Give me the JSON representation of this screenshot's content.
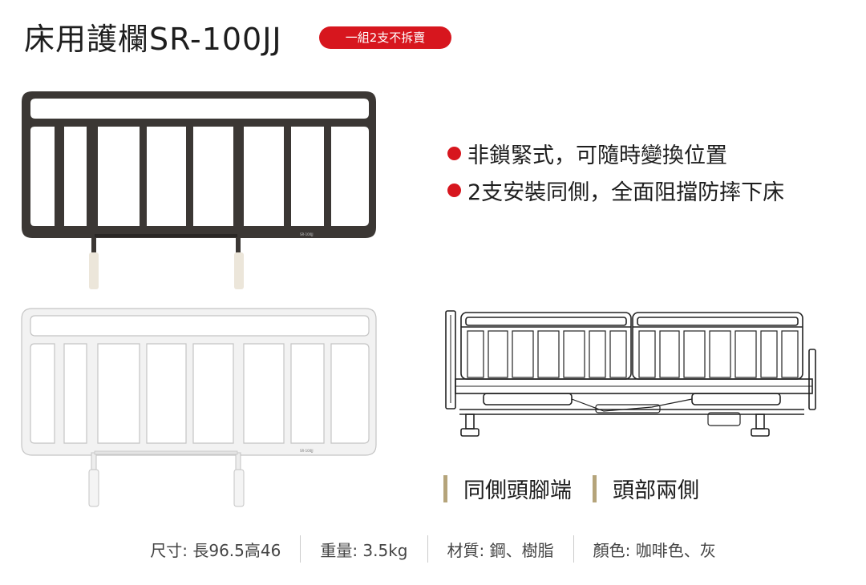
{
  "header": {
    "title": "床用護欄SR-100JJ",
    "badge": "一組2支不拆賣"
  },
  "features": [
    "非鎖緊式，可隨時變換位置",
    "2支安裝同側，全面阻擋防摔下床"
  ],
  "rail_label": "SR-100JJ",
  "captions": [
    "同側頭腳端",
    "頭部兩側"
  ],
  "specs": [
    "尺寸: 長96.5高46",
    "重量: 3.5kg",
    "材質: 鋼、樹脂",
    "顏色: 咖啡色、灰"
  ],
  "colors": {
    "accent_red": "#d7161e",
    "rail_brown": "#3b3734",
    "rail_white": "#f2f2f2",
    "caption_bar": "#b5a47a"
  }
}
